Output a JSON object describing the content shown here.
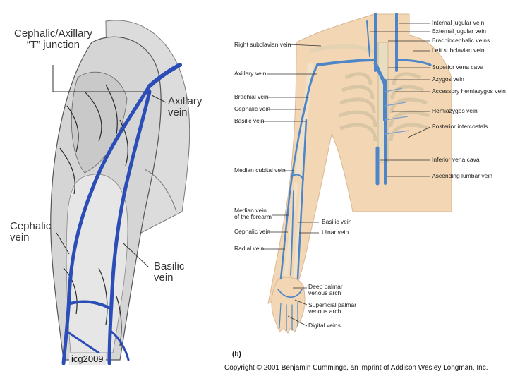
{
  "left_panel": {
    "labels": {
      "junction": "Cephalic/Axillary\n“T” junction",
      "axillary": "Axillary\nvein",
      "cephalic": "Cephalic\nvein",
      "basilic": "Basilic\nvein",
      "signature": "icg2009"
    },
    "colors": {
      "vein": "#2b4db8",
      "skin": "#d9d9d9",
      "line": "#333333"
    }
  },
  "right_panel": {
    "labels_left": {
      "right_subclavian": "Right subclavian vein",
      "axillary": "Axillary vein",
      "brachial": "Brachial vein",
      "cephalic": "Cephalic vein",
      "basilic": "Basilic vein",
      "median_cubital": "Median cubital vein",
      "median_forearm": "Median vein\nof the forearm",
      "cephalic_lower": "Cephalic vein",
      "radial": "Radial vein"
    },
    "labels_right": {
      "internal_jugular": "Internal jugular vein",
      "external_jugular": "External jugular vein",
      "brachiocephalic": "Brachiocephalic veins",
      "left_subclavian": "Left subclavian vein",
      "superior_vena_cava": "Superior vena cava",
      "azygos": "Azygos vein",
      "accessory_hemiazygos": "Accessory hemiazygos vein",
      "hemiazygos": "Hemiazygos vein",
      "posterior_intercostals": "Posterior intercostals",
      "inferior_vena_cava": "Inferior vena cava",
      "ascending_lumbar": "Ascending lumbar vein"
    },
    "labels_forearm": {
      "basilic": "Basilic vein",
      "ulnar": "Ulnar vein",
      "deep_palmar": "Deep palmar\nvenous arch",
      "superficial_palmar": "Superficial palmar\nvenous arch",
      "digital": "Digital veins"
    },
    "panel_letter": "(b)",
    "credit": "Copyright © 2001 Benjamin Cummings, an imprint of Addison Wesley Longman, Inc.",
    "colors": {
      "skin": "#f3d6b4",
      "bone": "#efe2c8",
      "vein": "#4d86c8"
    }
  }
}
